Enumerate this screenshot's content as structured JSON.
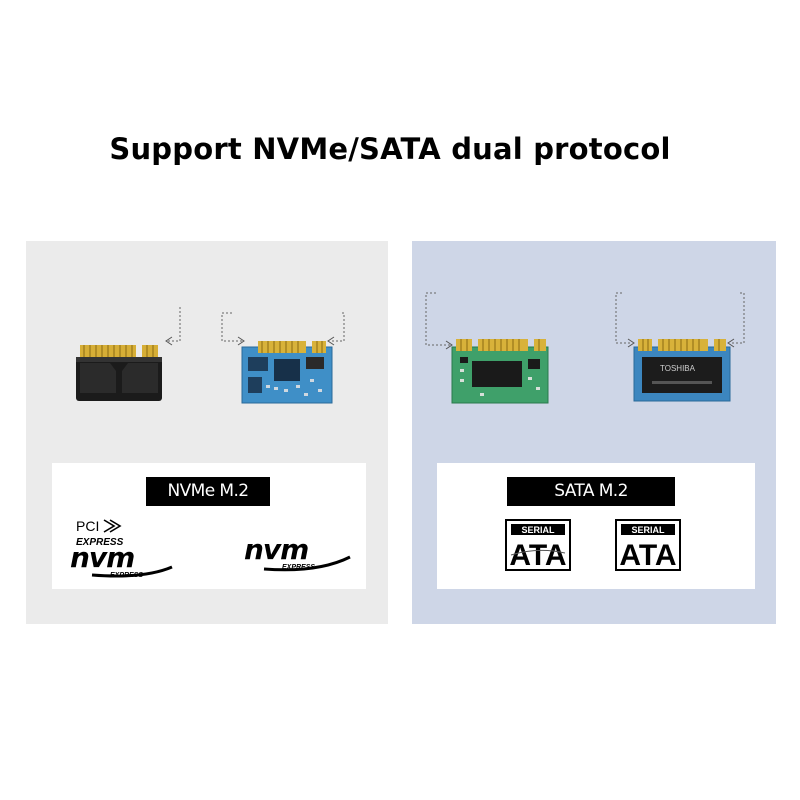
{
  "headline": "Support NVMe/SATA dual protocol",
  "nvme": {
    "label": "NVMe M.2",
    "logo1": {
      "pci": "PCI",
      "express": "EXPRESS",
      "nvm": "nvm",
      "nvm_sub": "EXPRESS"
    },
    "logo2": {
      "nvm": "nvm",
      "nvm_sub": "EXPRESS"
    }
  },
  "sata": {
    "label": "SATA M.2",
    "logo1": {
      "serial": "SERIAL",
      "ata": "ATA"
    },
    "logo2": {
      "serial": "SERIAL",
      "ata": "ATA"
    },
    "chip_brand": "TOSHIBA"
  },
  "colors": {
    "nvme_panel": "#ebebeb",
    "sata_panel": "#ced6e7",
    "pcb_blue": "#3f8fc7",
    "pcb_green": "#3fa06a",
    "gold": "#d8b23a"
  }
}
